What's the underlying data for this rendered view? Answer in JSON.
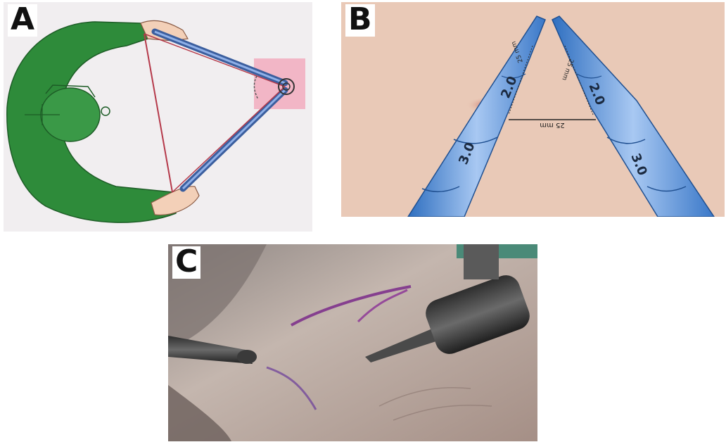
{
  "panels": {
    "a": {
      "label": "A"
    },
    "b": {
      "label": "B",
      "left_scale": [
        "3.0",
        "2.0"
      ],
      "right_scale": [
        "3.0",
        "2.0"
      ],
      "left_mm": "25 mm",
      "right_mm": "25 mm",
      "distance": "25 mm"
    },
    "c": {
      "label": "C"
    }
  },
  "colors": {
    "gown": "#2e8b3a",
    "instrument": "#5c9be0",
    "skin": "#e9c9b7",
    "port_mark": "#c23b2a"
  }
}
